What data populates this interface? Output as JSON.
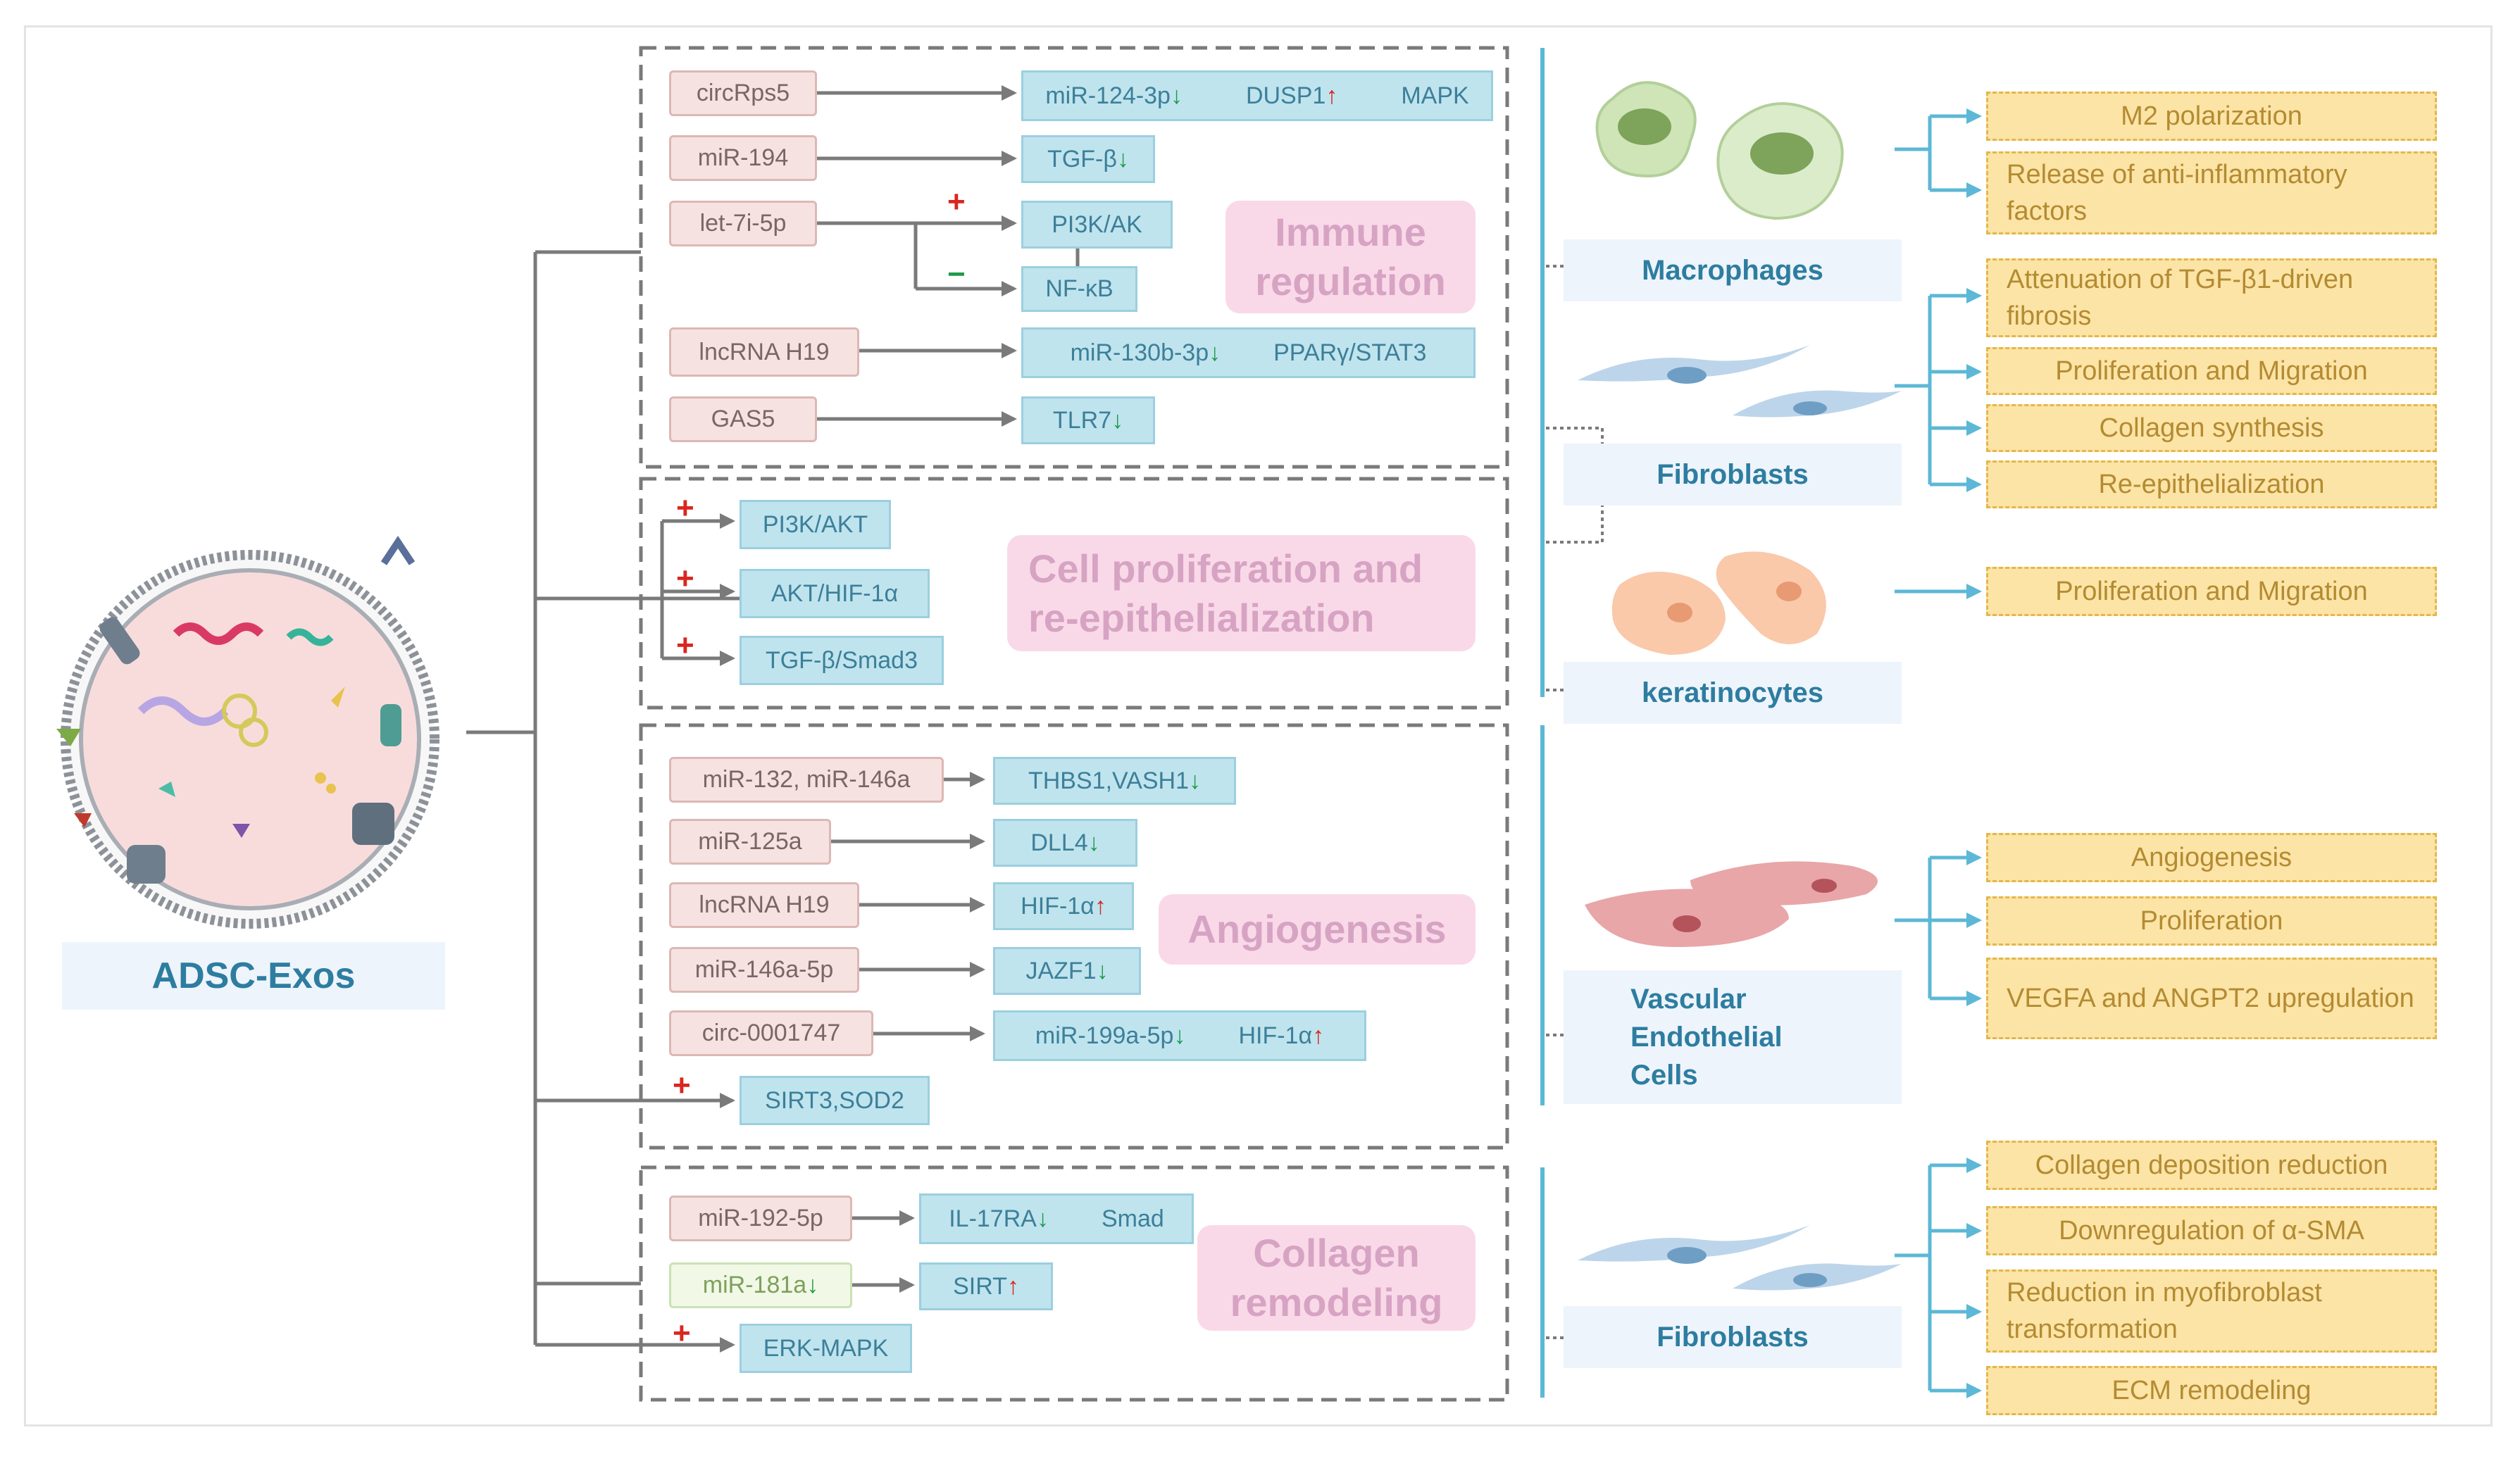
{
  "source": {
    "label": "ADSC-Exos"
  },
  "sections": [
    {
      "title": "Immune regulation",
      "title_lines": [
        "Immune",
        "regulation"
      ]
    },
    {
      "title": "Cell proliferation and re-epithelialization",
      "title_lines": [
        "Cell proliferation and",
        "re-epithelialization"
      ]
    },
    {
      "title": "Angiogenesis",
      "title_lines": [
        "Angiogenesis"
      ]
    },
    {
      "title": "Collagen remodeling",
      "title_lines": [
        "Collagen",
        "remodeling"
      ]
    }
  ],
  "immune": {
    "circrps5": "circRps5",
    "mir124": "miR-124-3p",
    "dusp1": "DUSP1",
    "mapk": "MAPK",
    "mir194": "miR-194",
    "tgfb": "TGF-β",
    "let7i": "let-7i-5p",
    "pi3kak": "PI3K/AK",
    "nfkb": "NF-κB",
    "lncrna_h19": "lncRNA H19",
    "mir130b": "miR-130b-3p",
    "ppar": "PPARγ/STAT3",
    "gas5": "GAS5",
    "tlr7": "TLR7"
  },
  "prolif": {
    "pi3k_akt": "PI3K/AKT",
    "akt_hif": "AKT/HIF-1α",
    "tgf_smad": "TGF-β/Smad3"
  },
  "angio": {
    "mir132": "miR-132, miR-146a",
    "thbs1": "THBS1,VASH1",
    "mir125a": "miR-125a",
    "dll4": "DLL4",
    "lncrna_h19": "lncRNA H19",
    "hif1a": "HIF-1α",
    "mir146a5p": "miR-146a-5p",
    "jazf1": "JAZF1",
    "circ": "circ-0001747",
    "mir199a": "miR-199a-5p",
    "hif1a_2": "HIF-1α",
    "sirt3": "SIRT3,SOD2"
  },
  "collagen": {
    "mir192": "miR-192-5p",
    "il17ra": "IL-17RA",
    "smad": "Smad",
    "mir181a": "miR-181a",
    "sirt": "SIRT",
    "erk": "ERK-MAPK"
  },
  "cells": {
    "macrophages": "Macrophages",
    "fibroblasts": "Fibroblasts",
    "keratinocytes": "keratinocytes",
    "vec_lines": [
      "Vascular",
      "Endothelial",
      "Cells"
    ],
    "fibroblasts2": "Fibroblasts"
  },
  "outcomes": {
    "macrophages": [
      "M2 polarization",
      "Release of anti-inflammatory factors"
    ],
    "fibroblasts": [
      "Attenuation of TGF-β1-driven fibrosis",
      "Proliferation and Migration",
      "Collagen synthesis",
      "Re-epithelialization"
    ],
    "keratinocytes": [
      "Proliferation and Migration"
    ],
    "vec": [
      "Angiogenesis",
      "Proliferation",
      "VEGFA and ANGPT2 upregulation"
    ],
    "fibroblasts2": [
      "Collagen deposition reduction",
      "Downregulation of α-SMA",
      "Reduction in myofibroblast transformation",
      "ECM remodeling"
    ]
  },
  "symbols": {
    "plus": "+",
    "minus": "−",
    "down": "↓",
    "up": "↑"
  },
  "colors": {
    "accent_blue": "#2d7da0",
    "line_blue": "#5cb8d6",
    "outcome_fill": "#fce4a6",
    "section_title": "#d7a3c3"
  }
}
